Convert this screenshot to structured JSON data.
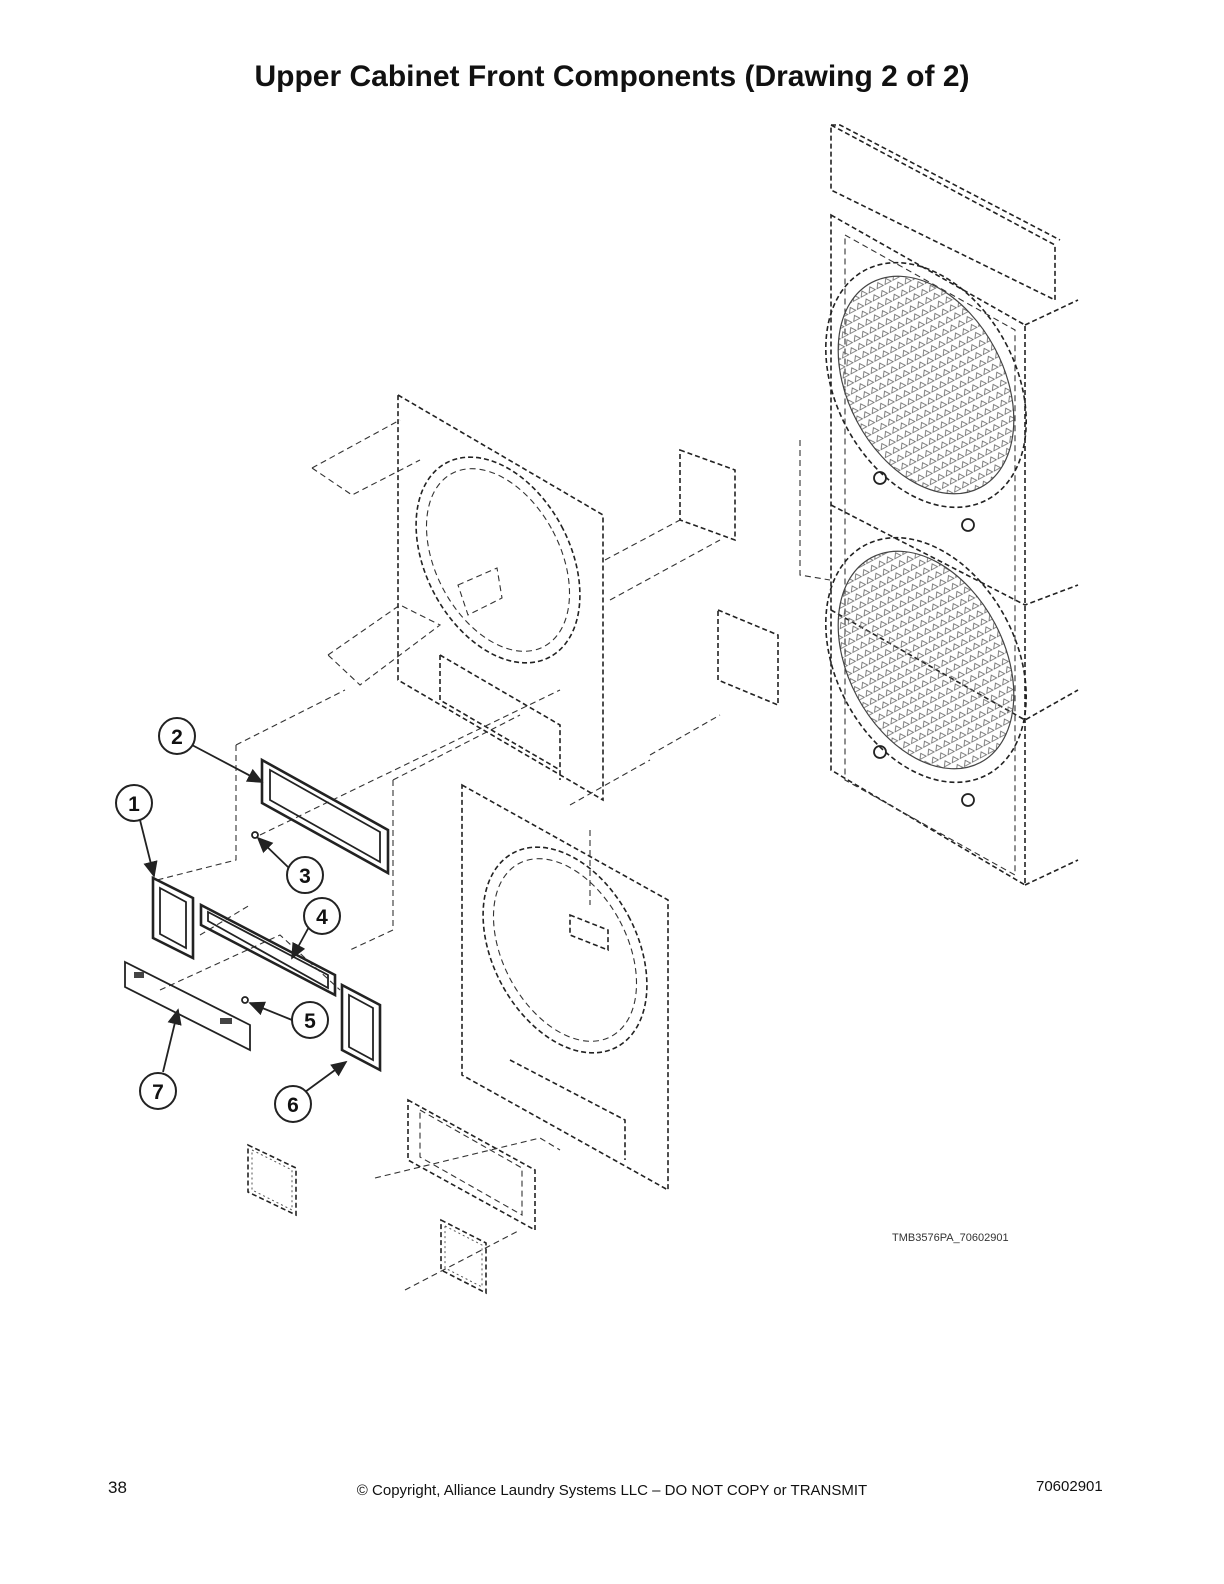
{
  "page": {
    "title": "Upper Cabinet Front Components (Drawing 2 of 2)",
    "drawing_id": "TMB3576PA_70602901",
    "footer": {
      "page_number": "38",
      "copyright": "© Copyright, Alliance Laundry Systems LLC – DO NOT COPY or TRANSMIT",
      "doc_number": "70602901"
    }
  },
  "callouts": [
    {
      "id": "1",
      "label": "1"
    },
    {
      "id": "2",
      "label": "2"
    },
    {
      "id": "3",
      "label": "3"
    },
    {
      "id": "4",
      "label": "4"
    },
    {
      "id": "5",
      "label": "5"
    },
    {
      "id": "6",
      "label": "6"
    },
    {
      "id": "7",
      "label": "7"
    }
  ]
}
